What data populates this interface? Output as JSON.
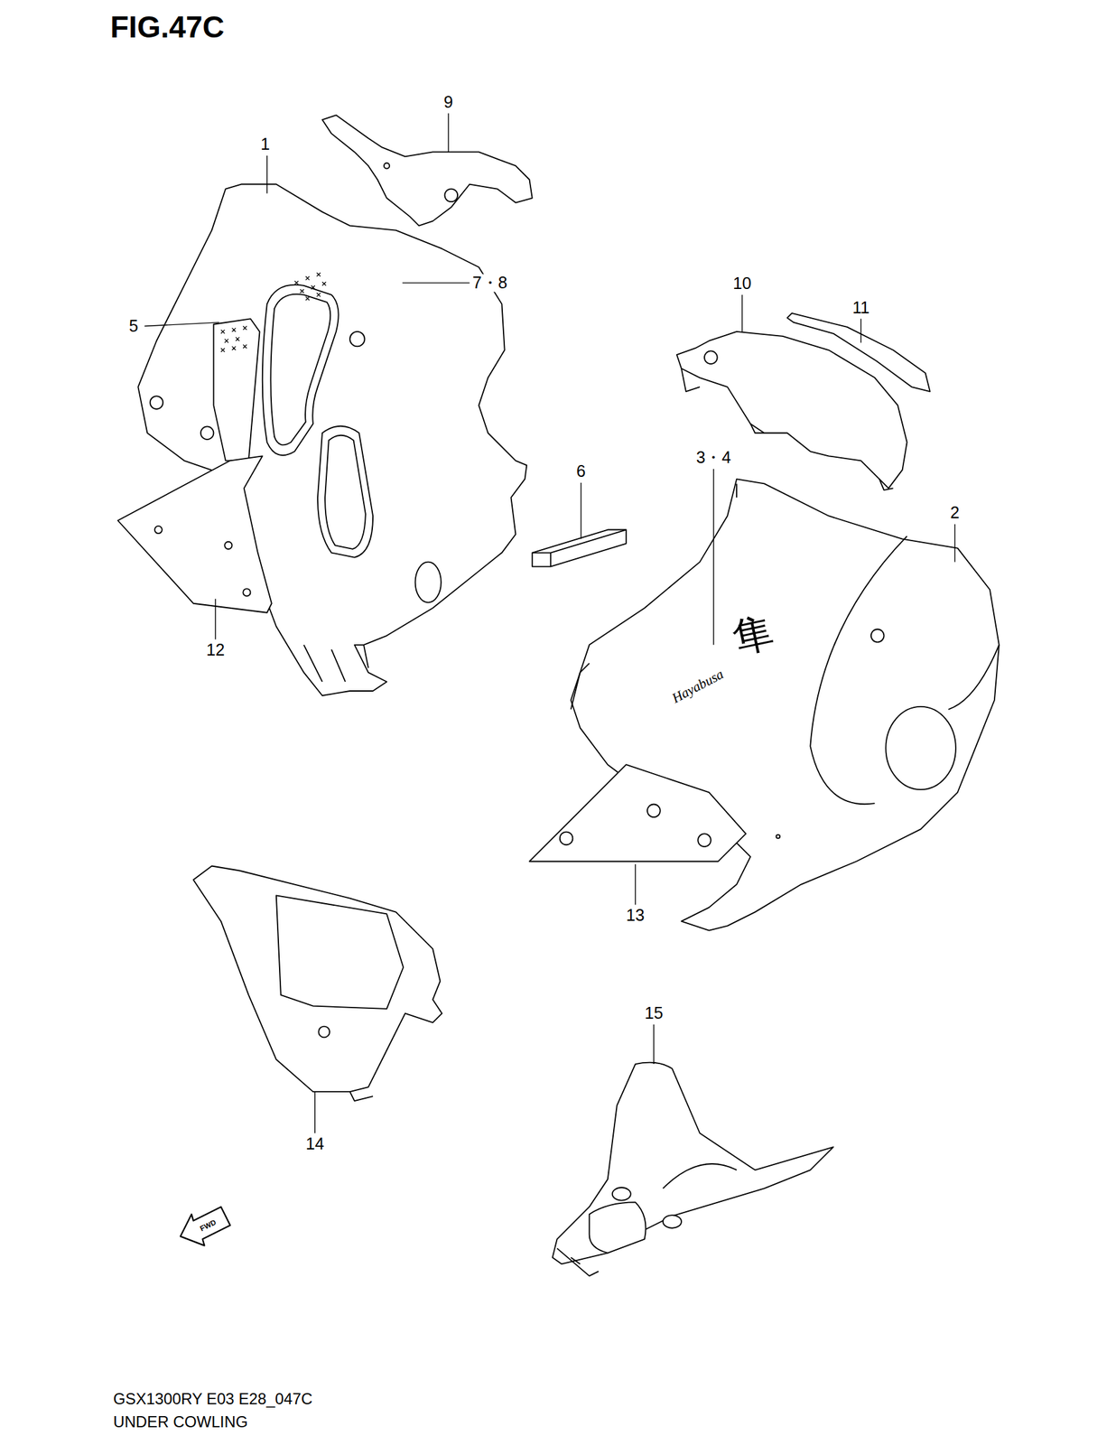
{
  "diagram": {
    "title": "FIG.47C",
    "labels": [
      "9",
      "1",
      "7・8",
      "5",
      "10",
      "11",
      "6",
      "3・4",
      "2",
      "12",
      "13",
      "14",
      "15",
      "FWD",
      "GSX1300RY E03 E28_047C",
      "UNDER COWLING",
      "Hayabusa",
      "隼"
    ]
  }
}
